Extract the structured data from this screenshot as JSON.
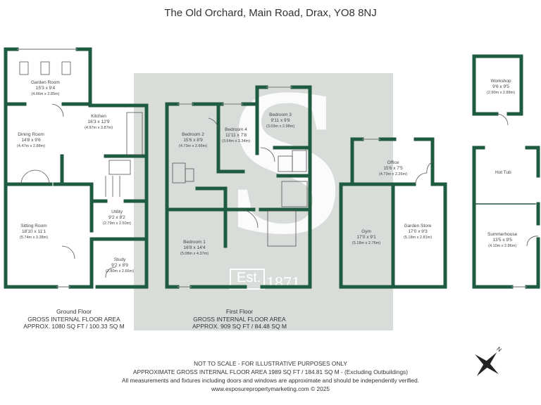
{
  "title": "The Old Orchard, Main Road, Drax, YO8 8NJ",
  "rooms": {
    "garden_room": {
      "name": "Garden Room",
      "imperial": "15'3 x 9'4",
      "metric": "(4.66m x 2.85m)"
    },
    "kitchen": {
      "name": "Kitchen",
      "imperial": "16'3 x 12'9",
      "metric": "(4.97m x 3.87m)"
    },
    "dining_room": {
      "name": "Dining Room",
      "imperial": "14'8 x 9'6",
      "metric": "(4.47m x 2.88m)"
    },
    "sitting_room": {
      "name": "Sitting Room",
      "imperial": "18'10 x 11'1",
      "metric": "(5.74m x 3.38m)"
    },
    "utility": {
      "name": "Utility",
      "imperial": "9'2 x 8'2",
      "metric": "(2.79m x 2.50m)"
    },
    "study": {
      "name": "Study",
      "imperial": "9'2 x 8'9",
      "metric": "(2.80m x 2.66m)"
    },
    "bedroom_2": {
      "name": "Bedroom 2",
      "imperial": "15'6 x 8'9",
      "metric": "(4.73m x 2.66m)"
    },
    "bedroom_4": {
      "name": "Bedroom 4",
      "imperial": "11'11 x 7'8",
      "metric": "(3.64m x 2.34m)"
    },
    "bedroom_3": {
      "name": "Bedroom 3",
      "imperial": "9'11 x 9'9",
      "metric": "(3.03m x 2.98m)"
    },
    "bedroom_1": {
      "name": "Bedroom 1",
      "imperial": "16'8 x 14'4",
      "metric": "(5.08m x 4.37m)"
    },
    "office": {
      "name": "Office",
      "imperial": "15'6 x 7'5",
      "metric": "(4.73m x 2.26m)"
    },
    "gym": {
      "name": "Gym",
      "imperial": "17'0 x 9'1",
      "metric": "(5.18m x 2.76m)"
    },
    "garden_store": {
      "name": "Garden Store",
      "imperial": "17'0 x 9'3",
      "metric": "(5.18m x 2.81m)"
    },
    "workshop": {
      "name": "Workshop",
      "imperial": "9'6 x 9'5",
      "metric": "(2.90m x 2.88m)"
    },
    "hot_tub": {
      "name": "Hot Tub"
    },
    "summerhouse": {
      "name": "Summerhouse",
      "imperial": "13'5 x 9'5",
      "metric": "(4.10m x 2.86m)"
    }
  },
  "floors": {
    "ground": {
      "name": "Ground Floor",
      "caption": "GROSS INTERNAL FLOOR AREA",
      "area": "APPROX. 1080 SQ FT / 100.33 SQ M"
    },
    "first": {
      "name": "First Floor",
      "caption": "GROSS INTERNAL FLOOR AREA",
      "area": "APPROX. 909 SQ FT / 84.48 SQ M"
    }
  },
  "footer": {
    "line1": "NOT TO SCALE - FOR ILLUSTRATIVE PURPOSES ONLY",
    "line2": "APPROXIMATE GROSS INTERNAL FLOOR AREA 1989 SQ FT / 184.81 SQ M - (Excluding Outbuildings)",
    "line3": "All measurements and fixtures including doors and windows are approximate and should be independently verified.",
    "line4": "www.exposurepropertymarketing.com © 2025"
  },
  "watermark": {
    "text": "Est. 1871",
    "letter": "S"
  },
  "colors": {
    "wall": "#1e5b40",
    "watermark": "#d9ddda",
    "text": "#333333"
  },
  "compass": {
    "label": "N"
  }
}
